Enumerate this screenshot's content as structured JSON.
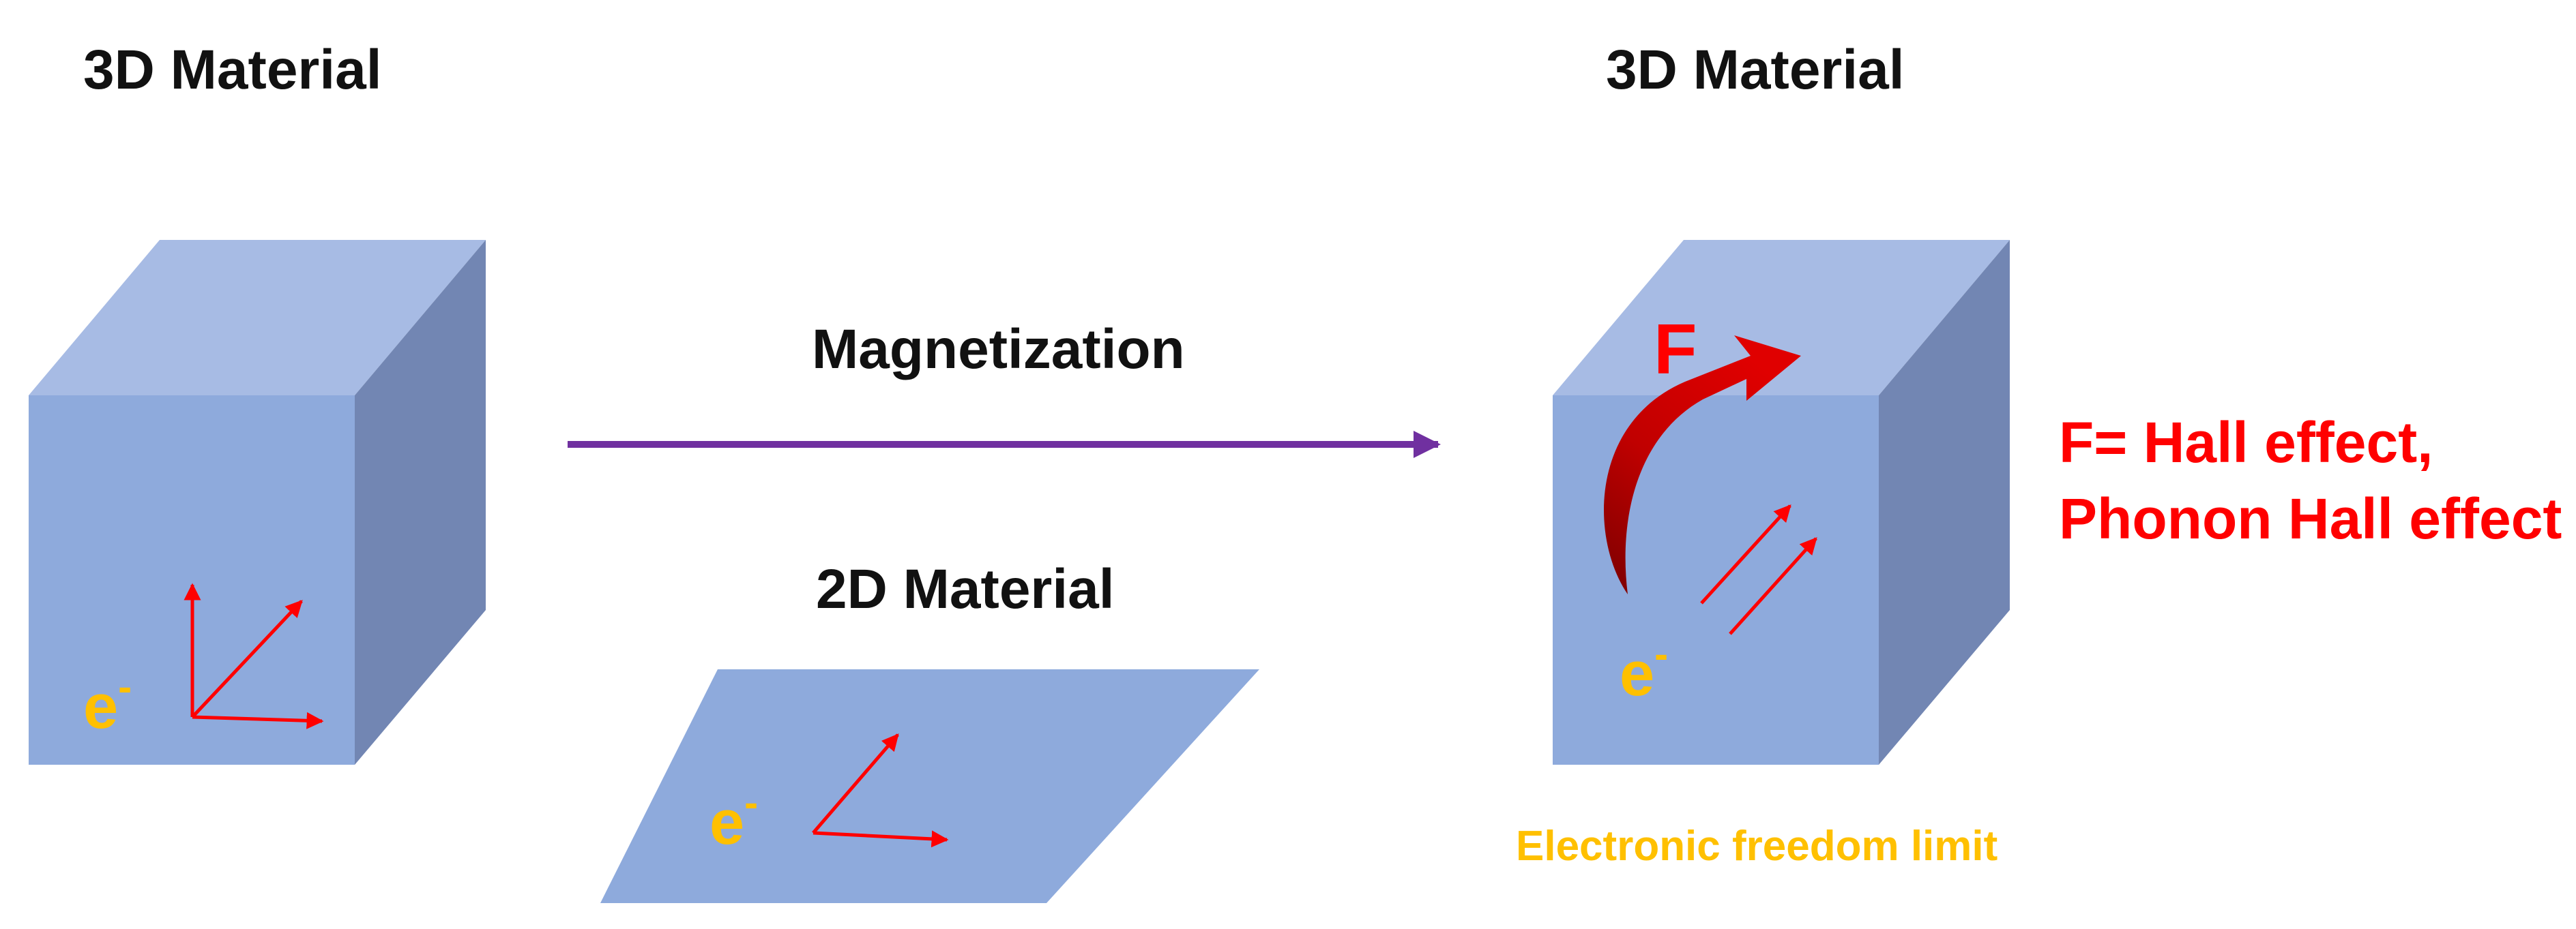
{
  "labels": {
    "left_title": "3D Material",
    "right_title": "3D Material",
    "arrow_label": "Magnetization",
    "middle_title": "2D Material",
    "electron": "e",
    "electron_sup": "-",
    "force": "F",
    "effect_line1": "F= Hall effect,",
    "effect_line2": "Phonon Hall effect",
    "limit_note": "Electronic freedom limit"
  },
  "colors": {
    "cube_front": "#8eaadc",
    "cube_top": "#a7bbe4",
    "cube_side": "#7286b3",
    "plane": "#8eaadc",
    "process_arrow": "#7030a0",
    "vector_arrow": "#ff0000",
    "force_arrow": "#c00000",
    "electron": "#ffc000",
    "effect_text": "#ff0000",
    "note_text": "#ffc000"
  },
  "icons": {
    "process_arrow": "right-arrow-icon",
    "force_arrow": "curved-arrow-icon"
  }
}
